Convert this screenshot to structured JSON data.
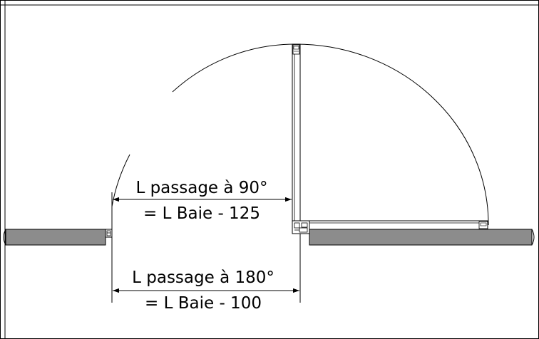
{
  "diagram": {
    "label_90_line1": "L passage à 90°",
    "label_90_line2": "= L Baie - 125",
    "label_180_line1": "L passage à 180°",
    "label_180_line2": "= L Baie - 100"
  },
  "colors": {
    "line": "#000000",
    "wall_fill": "#8c8c8c",
    "background": "#ffffff"
  }
}
